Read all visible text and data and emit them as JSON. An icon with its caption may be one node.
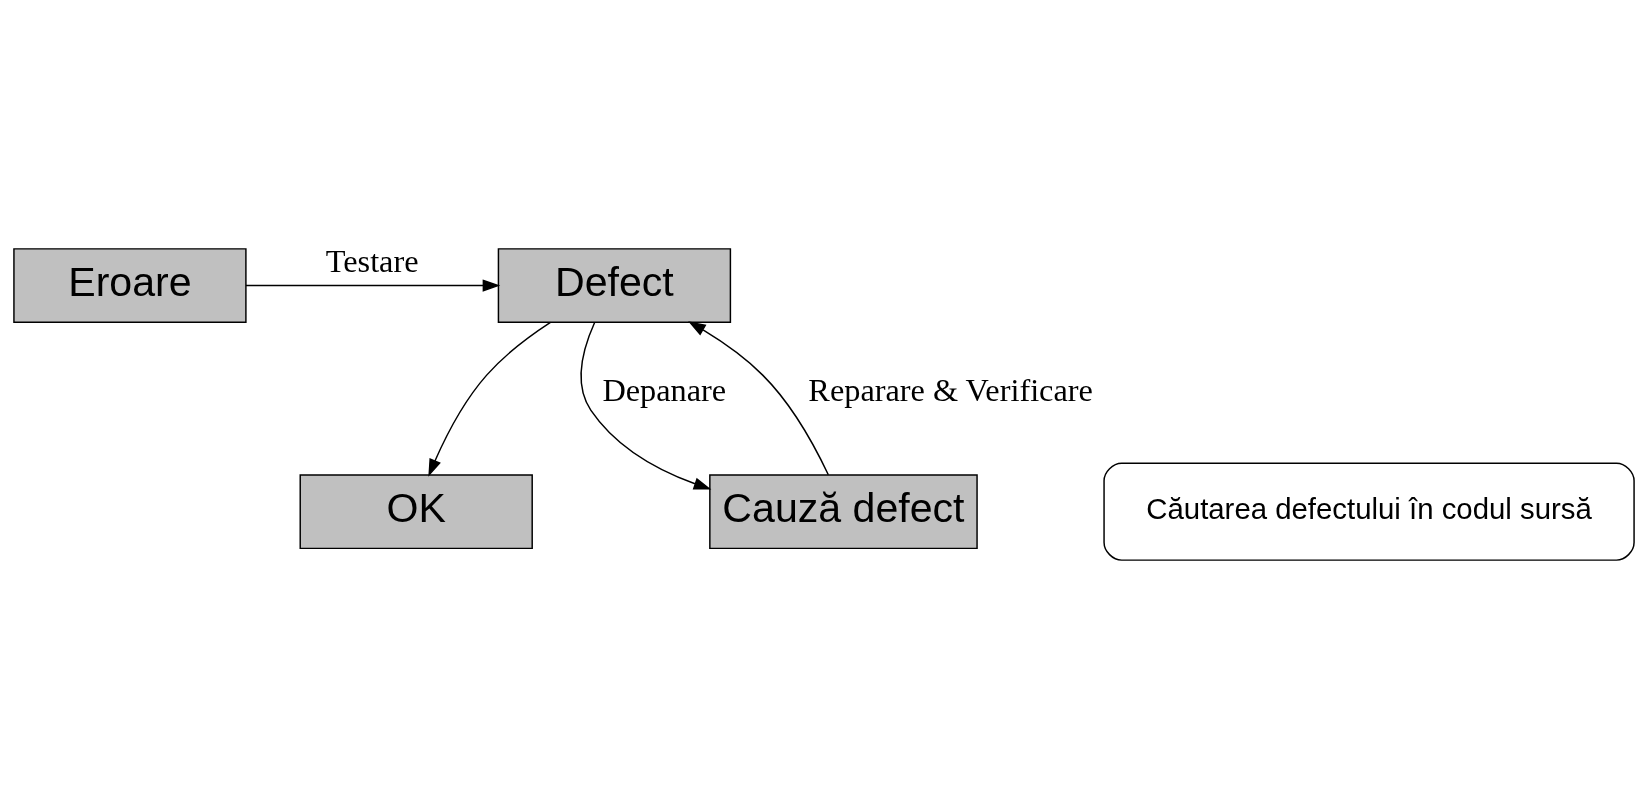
{
  "diagram": {
    "nodes": [
      {
        "text": [
          "Eroare"
        ]
      },
      {
        "text": [
          "Defect"
        ]
      },
      {
        "text": [
          "OK"
        ]
      },
      {
        "text": [
          "Cauză defect"
        ]
      },
      {
        "text": [
          "Căutarea defectului în codul sursă"
        ]
      }
    ],
    "edges": [
      {
        "from": 0,
        "to": 1,
        "arrow": "to",
        "label": "Testare"
      },
      {
        "from": 1,
        "to": 2,
        "arrow": "to"
      },
      {
        "from": 1,
        "to": 3,
        "arrow": "to",
        "label": "Depanare"
      },
      {
        "from": 3,
        "to": 1,
        "arrow": "to",
        "label": "Reparare & Verificare"
      }
    ]
  }
}
